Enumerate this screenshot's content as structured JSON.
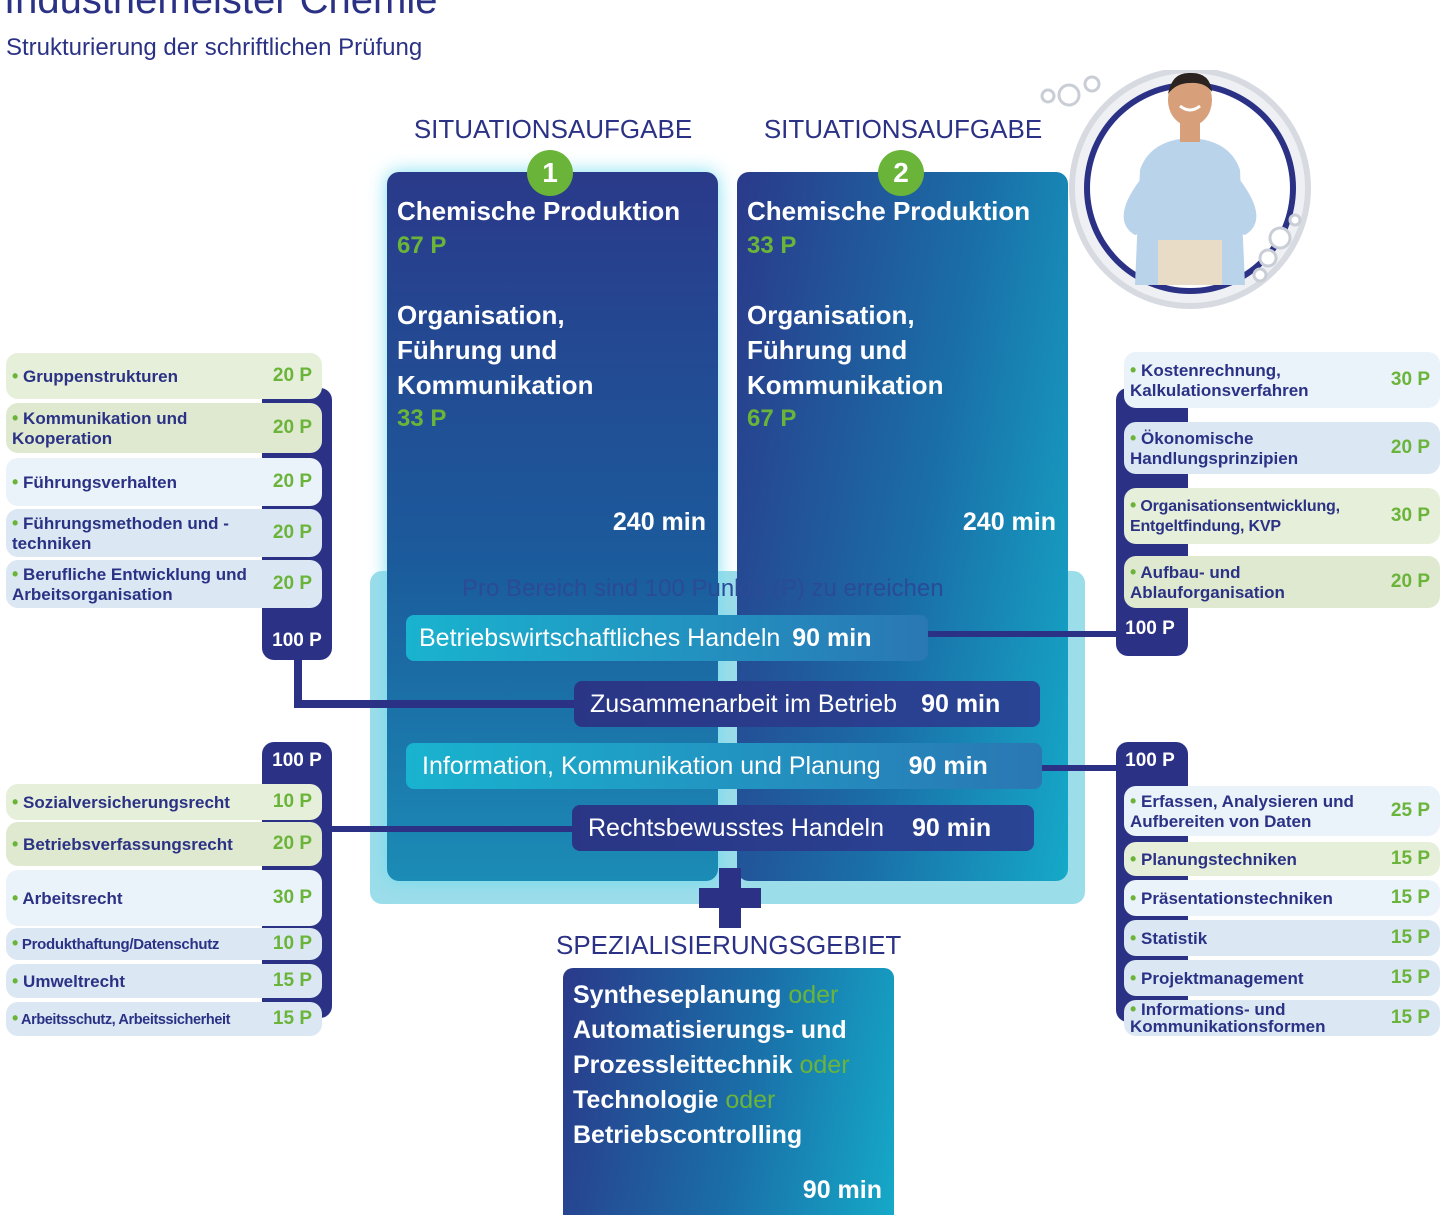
{
  "header": {
    "title": "Industriemeister Chemie",
    "subtitle": "Strukturierung der schriftlichen Prüfung"
  },
  "situationsaufgaben": [
    {
      "heading": "SITUATIONSAUFGABE",
      "number": "1",
      "subject1": "Chemische Produktion",
      "points1": "67 P",
      "subject2_line1": "Organisation,",
      "subject2_line2": "Führung und",
      "subject2_line3": "Kommunikation",
      "points2": "33 P",
      "duration": "240 min"
    },
    {
      "heading": "SITUATIONSAUFGABE",
      "number": "2",
      "subject1": "Chemische Produktion",
      "points1": "33 P",
      "subject2_line1": "Organisation,",
      "subject2_line2": "Führung und",
      "subject2_line3": "Kommunikation",
      "points2": "67 P",
      "duration": "240 min"
    }
  ],
  "bereiche": {
    "note": "Pro Bereich sind 100 Punkte (P) zu erreichen",
    "items": [
      {
        "name": "Betriebswirtschaftliches Handeln",
        "duration": "90 min"
      },
      {
        "name": "Zusammenarbeit im Betrieb",
        "duration": "90 min"
      },
      {
        "name": "Information, Kommunikation und Planung",
        "duration": "90 min"
      },
      {
        "name": "Rechtsbewusstes Handeln",
        "duration": "90 min"
      }
    ]
  },
  "left_top": {
    "total": "100 P",
    "items": [
      {
        "label": "Gruppenstrukturen",
        "points": "20 P"
      },
      {
        "label": "Kommunikation und Kooperation",
        "points": "20 P"
      },
      {
        "label": "Führungsverhalten",
        "points": "20 P"
      },
      {
        "label": "Führungsmethoden und -techniken",
        "points": "20 P"
      },
      {
        "label": "Berufliche Entwicklung und Arbeitsorganisation",
        "points": "20 P"
      }
    ]
  },
  "left_bottom": {
    "total": "100 P",
    "items": [
      {
        "label": "Sozialversicherungsrecht",
        "points": "10 P"
      },
      {
        "label": "Betriebsverfassungsrecht",
        "points": "20 P"
      },
      {
        "label": "Arbeitsrecht",
        "points": "30 P"
      },
      {
        "label": "Produkthaftung/Datenschutz",
        "points": "10 P"
      },
      {
        "label": "Umweltrecht",
        "points": "15 P"
      },
      {
        "label": "Arbeitsschutz, Arbeitssicherheit",
        "points": "15 P"
      }
    ]
  },
  "right_top": {
    "total": "100 P",
    "items": [
      {
        "label": "Kostenrechnung, Kalkulationsverfahren",
        "points": "30 P"
      },
      {
        "label": "Ökonomische Handlungsprinzipien",
        "points": "20 P"
      },
      {
        "label": "Organisationsentwicklung, Entgeltfindung, KVP",
        "points": "30 P"
      },
      {
        "label": "Aufbau- und Ablauforganisation",
        "points": "20 P"
      }
    ]
  },
  "right_bottom": {
    "total": "100 P",
    "items": [
      {
        "label": "Erfassen, Analysieren und Aufbereiten von Daten",
        "points": "25 P"
      },
      {
        "label": "Planungstechniken",
        "points": "15 P"
      },
      {
        "label": "Präsentationstechniken",
        "points": "15 P"
      },
      {
        "label": "Statistik",
        "points": "15 P"
      },
      {
        "label": "Projektmanagement",
        "points": "15 P"
      },
      {
        "label": "Informations- und Kommunikationsformen",
        "points": "15 P"
      }
    ]
  },
  "spezialisierung": {
    "heading": "SPEZIALISIERUNGSGEBIET",
    "option1": "Syntheseplanung",
    "option2_line1": "Automatisierungs- und",
    "option2_line2": "Prozessleittechnik",
    "option3": "Technologie",
    "option4": "Betriebscontrolling",
    "connector": "oder",
    "duration": "90 min"
  },
  "colors": {
    "navy": "#2b3285",
    "green": "#6bb43a",
    "cyan": "#15a9c8"
  }
}
